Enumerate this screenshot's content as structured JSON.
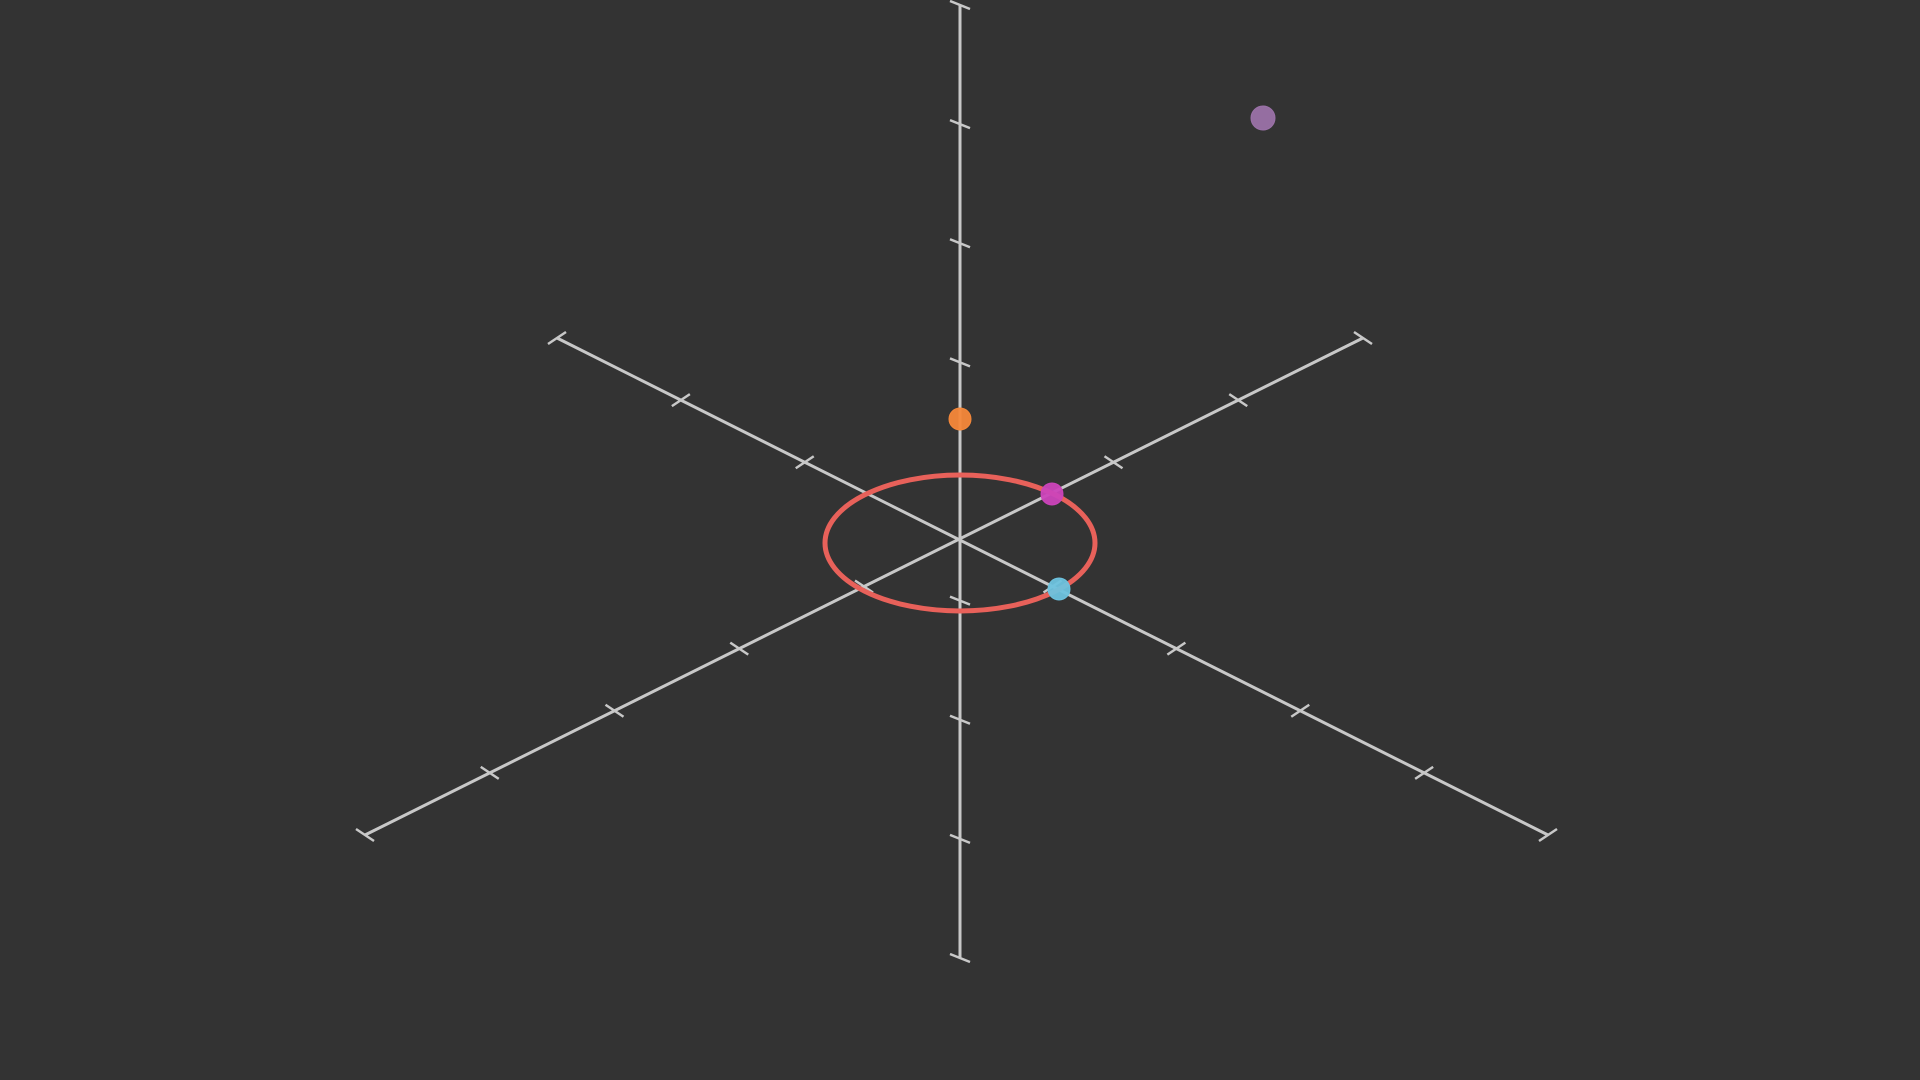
{
  "scene": {
    "background_color": "#333333",
    "axis_color": "#c8c8c8",
    "axes": [
      {
        "name": "vertical-axis",
        "tick_count": 8
      },
      {
        "name": "diagonal-axis-left-high",
        "tick_count": 8
      },
      {
        "name": "diagonal-axis-right-high",
        "tick_count": 8
      }
    ],
    "ring": {
      "color": "#e8615a"
    },
    "points": [
      {
        "name": "orange-point",
        "color": "#f5883a"
      },
      {
        "name": "magenta-point",
        "color": "#cc44bb"
      },
      {
        "name": "cyan-point",
        "color": "#6ec3df"
      },
      {
        "name": "purple-point",
        "color": "#9b72a8"
      }
    ]
  }
}
